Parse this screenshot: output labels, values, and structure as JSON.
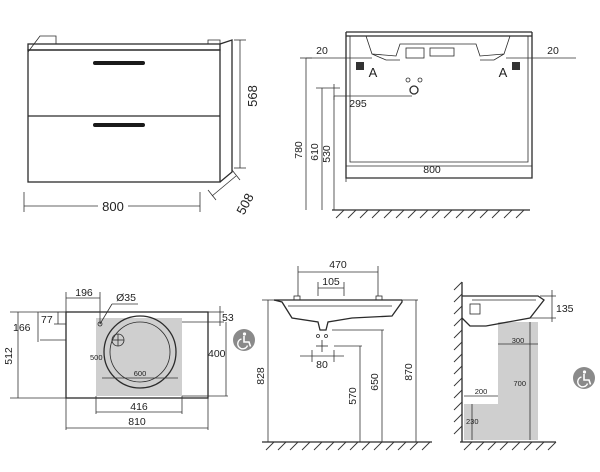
{
  "front_view": {
    "width": "800",
    "depth": "508",
    "height": "568"
  },
  "section_view": {
    "dim_20_left": "20",
    "dim_20_right": "20",
    "section_left": "A",
    "section_right": "A",
    "dim_295": "295",
    "dim_780": "780",
    "dim_610": "610",
    "dim_530": "530",
    "dim_800": "800"
  },
  "top_view": {
    "dim_196": "196",
    "dim_35": "Ø35",
    "dim_53": "53",
    "dim_166": "166",
    "dim_77": "77",
    "dim_512": "512",
    "dim_500": "500",
    "dim_600": "600",
    "dim_400": "400",
    "dim_416": "416",
    "dim_810": "810"
  },
  "basin_front": {
    "dim_470": "470",
    "dim_105": "105",
    "dim_80": "80",
    "dim_828": "828",
    "dim_570": "570",
    "dim_650": "650",
    "dim_870": "870"
  },
  "basin_side": {
    "dim_135": "135",
    "dim_300": "300",
    "dim_700": "700",
    "dim_200": "200",
    "dim_230": "230"
  },
  "icons": {
    "accessibility": "wheelchair-icon"
  }
}
